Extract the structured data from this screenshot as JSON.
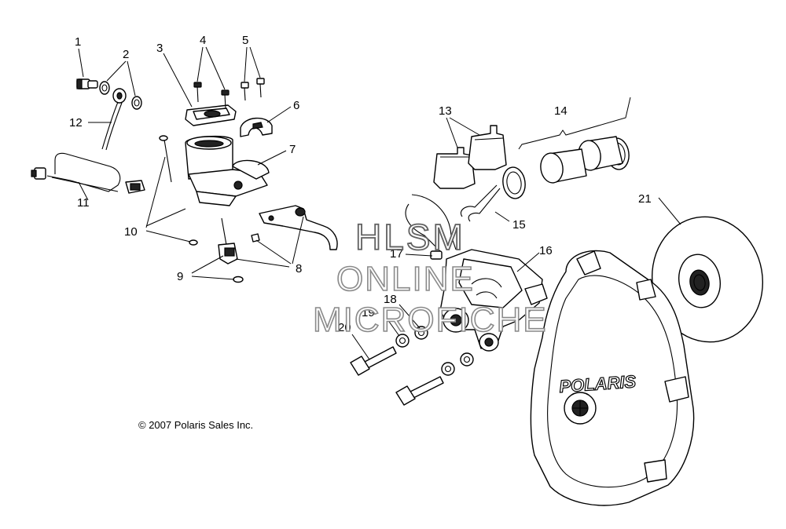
{
  "callouts": [
    "1",
    "2",
    "3",
    "4",
    "5",
    "6",
    "7",
    "8",
    "9",
    "10",
    "11",
    "12",
    "13",
    "14",
    "15",
    "16",
    "17",
    "18",
    "19",
    "20",
    "21"
  ],
  "copyright": "© 2007 Polaris Sales Inc.",
  "watermark": [
    "HLSM",
    "ONLINE",
    "MICROFICHE"
  ],
  "housing_logo": "POLARIS"
}
